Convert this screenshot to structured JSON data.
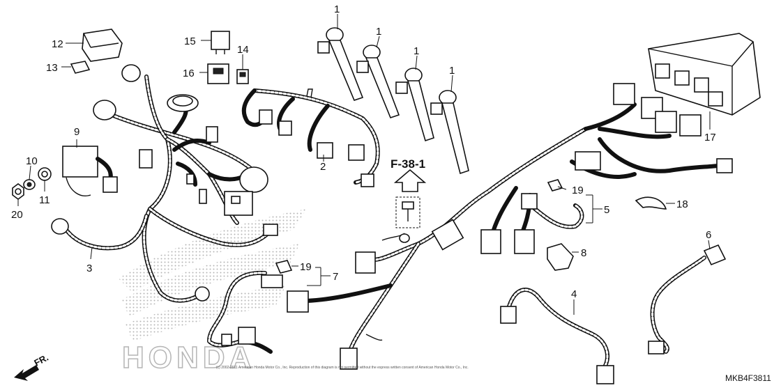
{
  "diagram": {
    "callouts": [
      "1",
      "1",
      "1",
      "1",
      "2",
      "3",
      "4",
      "5",
      "6",
      "7",
      "8",
      "9",
      "10",
      "11",
      "12",
      "13",
      "14",
      "15",
      "16",
      "17",
      "18",
      "19",
      "19",
      "20"
    ],
    "reference": "F-38-1",
    "diagram_code": "MKB4F3811",
    "direction": "FR.",
    "watermark": "HONDA",
    "copyright": "(c) 2002-2011 American Honda Motor Co., Inc. Reproduction of this diagram is not permitted without the express written consent of American Honda Motor Co., Inc.",
    "colors": {
      "ink": "#111111",
      "watermark": "#b5b5b5",
      "background": "#ffffff"
    }
  }
}
